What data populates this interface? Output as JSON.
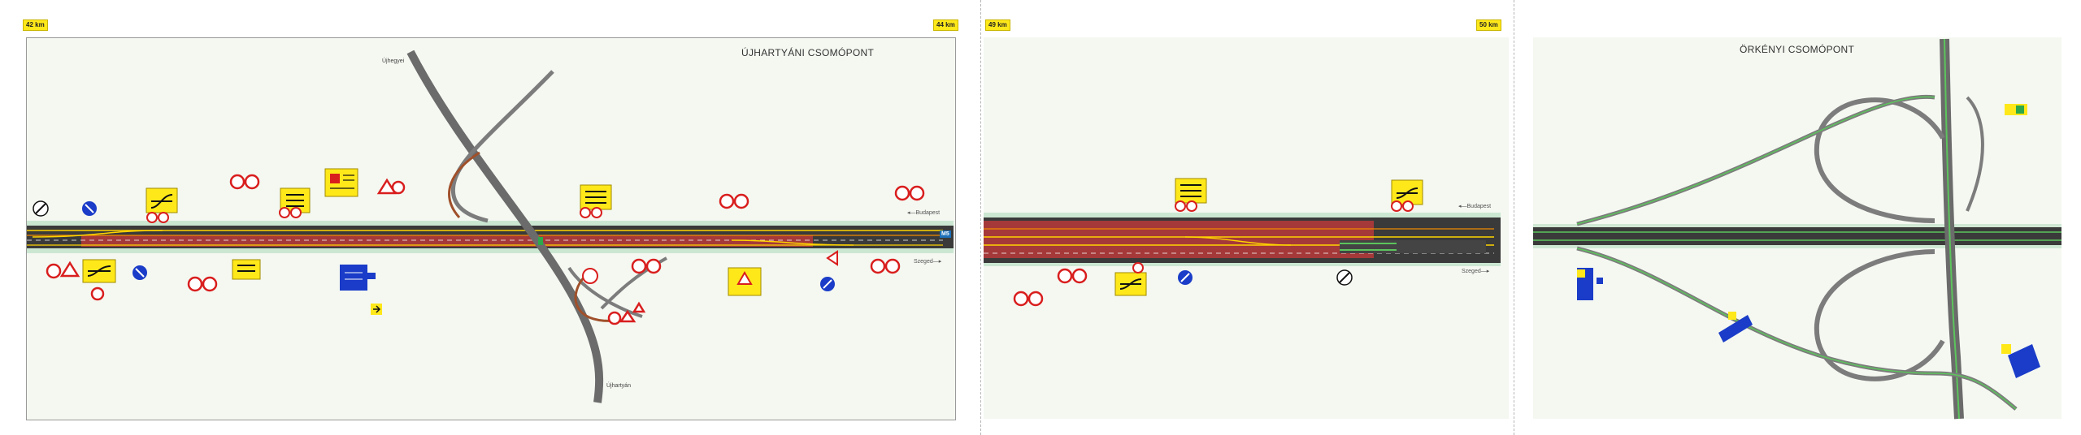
{
  "panels": [
    {
      "km_left": "42 km",
      "km_right": "44 km",
      "title": "ÚJHARTYÁNI CSOMÓPONT",
      "town_north": "Újhegyei",
      "town_south": "Újhartyán",
      "dir_budapest": "◂—Budapest",
      "dir_szeged": "Szeged—▸",
      "route": "M5"
    },
    {
      "km_left": "49 km",
      "km_right": "50 km",
      "dir_budapest": "◂—Budapest",
      "dir_szeged": "Szeged—▸"
    },
    {
      "title": "ÖRKÉNYI CSOMÓPONT"
    }
  ],
  "colors": {
    "asphalt": "#3a3a3a",
    "ramp": "#7c7c7c",
    "green_lane": "#5cc45c",
    "red_zone": "#b83a3a",
    "yellow_line": "#ffd400",
    "orange_line": "#f08a00",
    "sign_yellow": "#ffe81a",
    "sign_blue": "#1a3cc8",
    "sign_red": "#d91e1e"
  },
  "icons": [
    "end-restriction-icon",
    "keep-right-icon",
    "lane-shift-icon",
    "speed-limit-icon",
    "no-overtaking-icon",
    "warning-triangle-icon",
    "direction-sign-icon",
    "arrow-right-icon"
  ]
}
